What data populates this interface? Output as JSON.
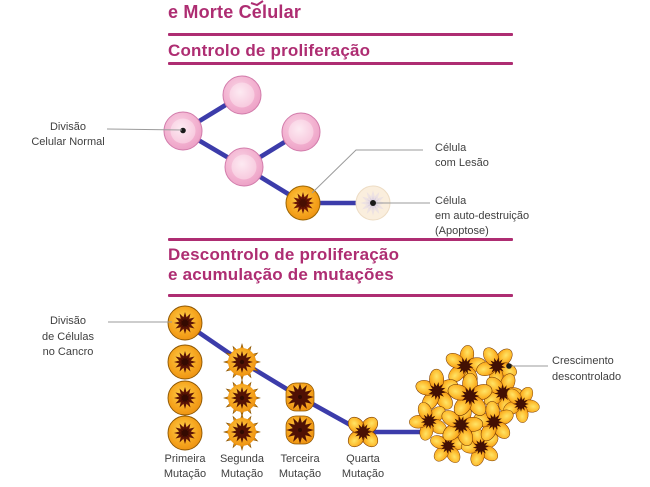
{
  "colors": {
    "magenta": "#ae2d72",
    "connector-blue": "#3c3caa",
    "label-gray": "#3f3f3f",
    "leader-gray": "#9b9b9b",
    "normal-cell-pink": "#f3b3d1",
    "damaged-cell-orange": "#f6a41d",
    "mutation-core-brown": "#5c1405",
    "apoptosis-cream": "#faeedd"
  },
  "header": {
    "title": "e Morte Celular"
  },
  "section1": {
    "heading": "Controlo de proliferação",
    "labels": {
      "normal_division": [
        "Divisão",
        "Celular Normal"
      ],
      "lesion": [
        "Célula",
        "com Lesão"
      ],
      "apoptosis": [
        "Célula",
        "em auto-destruição",
        "(Apoptose)"
      ]
    }
  },
  "section2": {
    "heading": [
      "Descontrolo de proliferação",
      "e acumulação de mutações"
    ],
    "labels": {
      "cancer_division": [
        "Divisão",
        "de Células",
        "no Cancro"
      ],
      "mutations": [
        [
          "Primeira",
          "Mutação"
        ],
        [
          "Segunda",
          "Mutação"
        ],
        [
          "Terceira",
          "Mutação"
        ],
        [
          "Quarta",
          "Mutação"
        ]
      ],
      "uncontrolled_growth": [
        "Crescimento",
        "descontrolado"
      ]
    }
  }
}
